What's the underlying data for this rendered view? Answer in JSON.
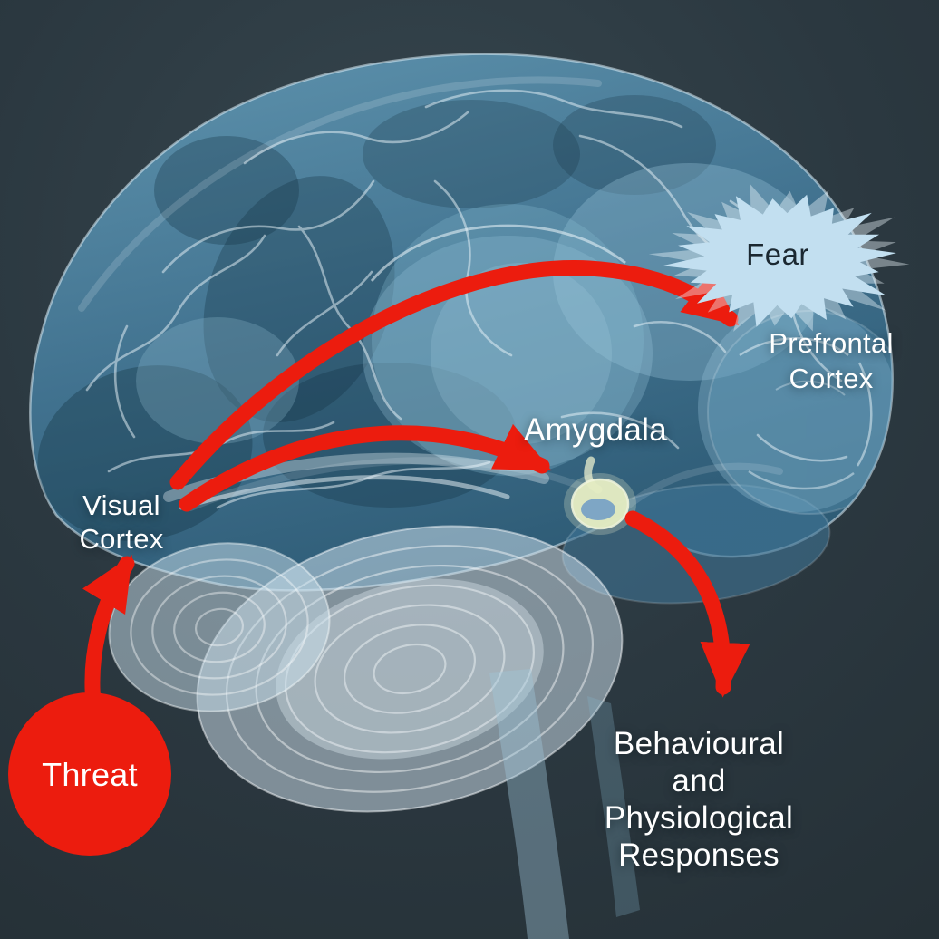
{
  "diagram": {
    "labels": {
      "threat": "Threat",
      "fear": "Fear",
      "amygdala": "Amygdala",
      "visual_cortex": {
        "line1": "Visual",
        "line2": "Cortex"
      },
      "prefrontal_cortex": {
        "line1": "Prefrontal",
        "line2": "Cortex"
      },
      "responses": {
        "line1": "Behavioural",
        "line2": "and",
        "line3": "Physiological",
        "line4": "Responses"
      }
    },
    "flow": {
      "nodes": [
        "Threat",
        "Visual Cortex",
        "Amygdala",
        "Prefrontal Cortex",
        "Fear",
        "Behavioural and Physiological Responses"
      ],
      "edges": [
        {
          "from": "Threat",
          "to": "Visual Cortex"
        },
        {
          "from": "Visual Cortex",
          "to": "Prefrontal Cortex"
        },
        {
          "from": "Visual Cortex",
          "to": "Amygdala"
        },
        {
          "from": "Amygdala",
          "to": "Behavioural and Physiological Responses"
        }
      ]
    },
    "colors": {
      "arrow_red": "#ec1c0e",
      "threat_circle": "#ec1c0e",
      "fear_bubble": "#c2dff0",
      "fear_text": "#1b2831",
      "label_text": "#ffffff",
      "background": "#2b3840",
      "brain_blue": "#4e86a8"
    }
  }
}
